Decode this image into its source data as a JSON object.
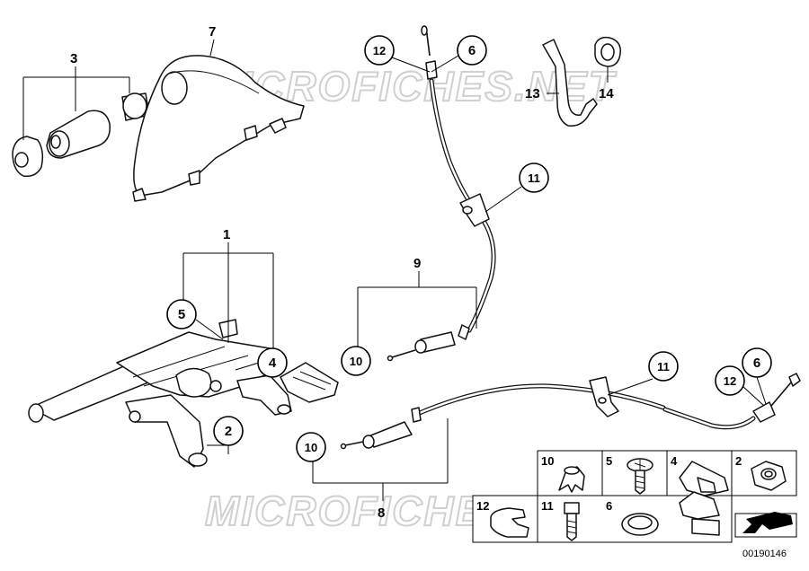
{
  "watermark": "MICROFICHES.NET",
  "diagram_code": "00190146",
  "callouts": {
    "c1": "1",
    "c2": "2",
    "c3": "3",
    "c4": "4",
    "c5": "5",
    "c6a": "6",
    "c6b": "6",
    "c7": "7",
    "c8": "8",
    "c9": "9",
    "c10a": "10",
    "c10b": "10",
    "c11a": "11",
    "c11b": "11",
    "c12a": "12",
    "c12b": "12",
    "c13": "13",
    "c14": "14"
  },
  "legend": {
    "top_row": [
      "10",
      "5",
      "4",
      "2"
    ],
    "bottom_row": [
      "12",
      "11",
      "6"
    ]
  }
}
